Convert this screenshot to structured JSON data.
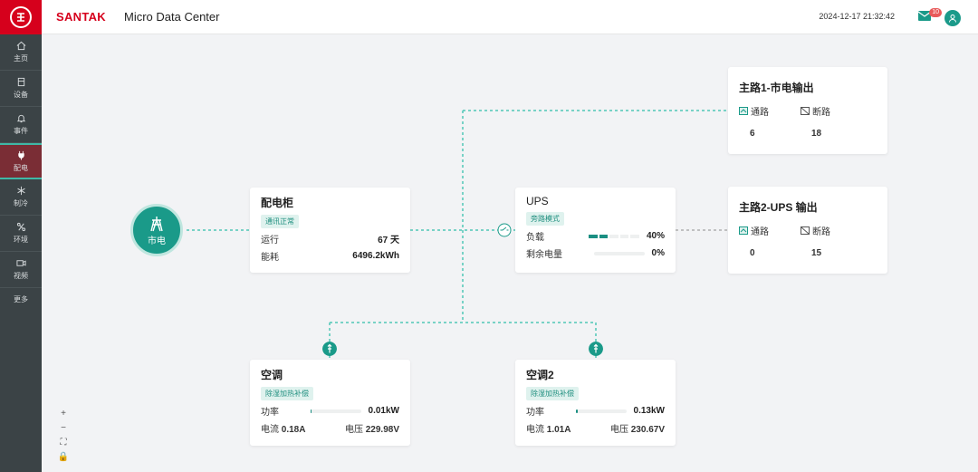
{
  "header": {
    "brand": "SANTAK",
    "title": "Micro Data Center",
    "datetime": "2024-12-17 21:32:42",
    "badge": "10"
  },
  "sidebar": {
    "items": [
      {
        "label": "主页",
        "icon": "home-icon"
      },
      {
        "label": "设备",
        "icon": "device-icon"
      },
      {
        "label": "事件",
        "icon": "bell-icon"
      },
      {
        "label": "配电",
        "icon": "plug-icon"
      },
      {
        "label": "制冷",
        "icon": "snowflake-icon"
      },
      {
        "label": "环境",
        "icon": "environment-icon"
      },
      {
        "label": "视频",
        "icon": "video-icon"
      }
    ],
    "more": "更多",
    "active": "配电"
  },
  "mains": {
    "label": "市电"
  },
  "cabinet": {
    "title": "配电柜",
    "tag": "通讯正常",
    "run_label": "运行",
    "run_value": "67 天",
    "energy_label": "能耗",
    "energy_value": "6496.2kWh"
  },
  "ups": {
    "title": "UPS",
    "tag": "旁路模式",
    "load_label": "负载",
    "load_value": "40%",
    "load_fraction": 0.4,
    "battery_label": "剩余电量",
    "battery_value": "0%",
    "battery_fraction": 0
  },
  "out1": {
    "title": "主路1-市电输出",
    "on_label": "通路",
    "off_label": "断路",
    "on_count": "6",
    "off_count": "18"
  },
  "out2": {
    "title": "主路2-UPS 输出",
    "on_label": "通路",
    "off_label": "断路",
    "on_count": "0",
    "off_count": "15"
  },
  "ac1": {
    "title": "空调",
    "tag": "除湿加热补偿",
    "power_label": "功率",
    "power_value": "0.01kW",
    "power_fraction": 0.02,
    "current_label": "电流",
    "current_value": "0.18A",
    "voltage_label": "电压",
    "voltage_value": "229.98V"
  },
  "ac2": {
    "title": "空调2",
    "tag": "除湿加热补偿",
    "power_label": "功率",
    "power_value": "0.13kW",
    "power_fraction": 0.04,
    "current_label": "电流",
    "current_value": "1.01A",
    "voltage_label": "电压",
    "voltage_value": "230.67V"
  },
  "colors": {
    "accent": "#1a9a89",
    "brand": "#d6001c",
    "line": "#4fc8b6",
    "line_gray": "#b0b0b0"
  }
}
